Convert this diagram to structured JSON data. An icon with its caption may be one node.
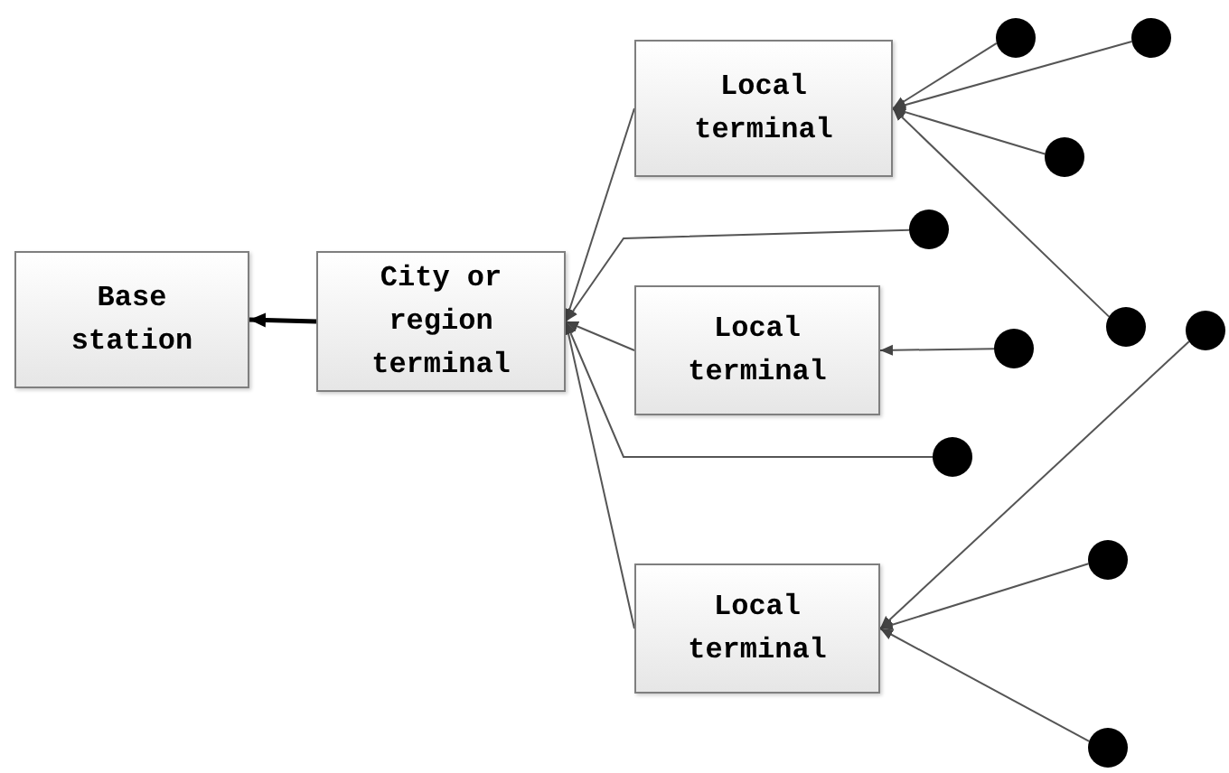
{
  "diagram": {
    "nodes": [
      {
        "text": [
          "Base station"
        ]
      },
      {
        "text": [
          "City or region terminal"
        ]
      },
      {
        "text": [
          "Local terminal"
        ]
      },
      {
        "text": [
          "Local terminal"
        ]
      },
      {
        "text": [
          "Local terminal"
        ]
      },
      {
        "text": [],
        "shape": "circle"
      },
      {
        "text": [],
        "shape": "circle"
      },
      {
        "text": [],
        "shape": "circle"
      },
      {
        "text": [],
        "shape": "circle"
      },
      {
        "text": [],
        "shape": "circle"
      },
      {
        "text": [],
        "shape": "circle"
      },
      {
        "text": [],
        "shape": "circle"
      },
      {
        "text": [],
        "shape": "circle"
      },
      {
        "text": [],
        "shape": "circle"
      },
      {
        "text": [],
        "shape": "circle"
      }
    ],
    "edges": [
      {
        "from": 1,
        "to": 0,
        "arrow": "to",
        "style": "thick"
      },
      {
        "from": 2,
        "to": 1,
        "arrow": "to"
      },
      {
        "from": 3,
        "to": 1,
        "arrow": "to"
      },
      {
        "from": 4,
        "to": 1,
        "arrow": "to"
      },
      {
        "from": 8,
        "to": 1,
        "arrow": "to"
      },
      {
        "from": 12,
        "to": 1,
        "arrow": "to"
      },
      {
        "from": 5,
        "to": 2,
        "arrow": "to"
      },
      {
        "from": 6,
        "to": 2,
        "arrow": "to"
      },
      {
        "from": 7,
        "to": 2,
        "arrow": "to"
      },
      {
        "from": 9,
        "to": 2,
        "arrow": "to"
      },
      {
        "from": 10,
        "to": 3,
        "arrow": "to"
      },
      {
        "from": 11,
        "to": 4,
        "arrow": "to"
      },
      {
        "from": 13,
        "to": 4,
        "arrow": "to"
      },
      {
        "from": 14,
        "to": 4,
        "arrow": "to"
      }
    ]
  }
}
